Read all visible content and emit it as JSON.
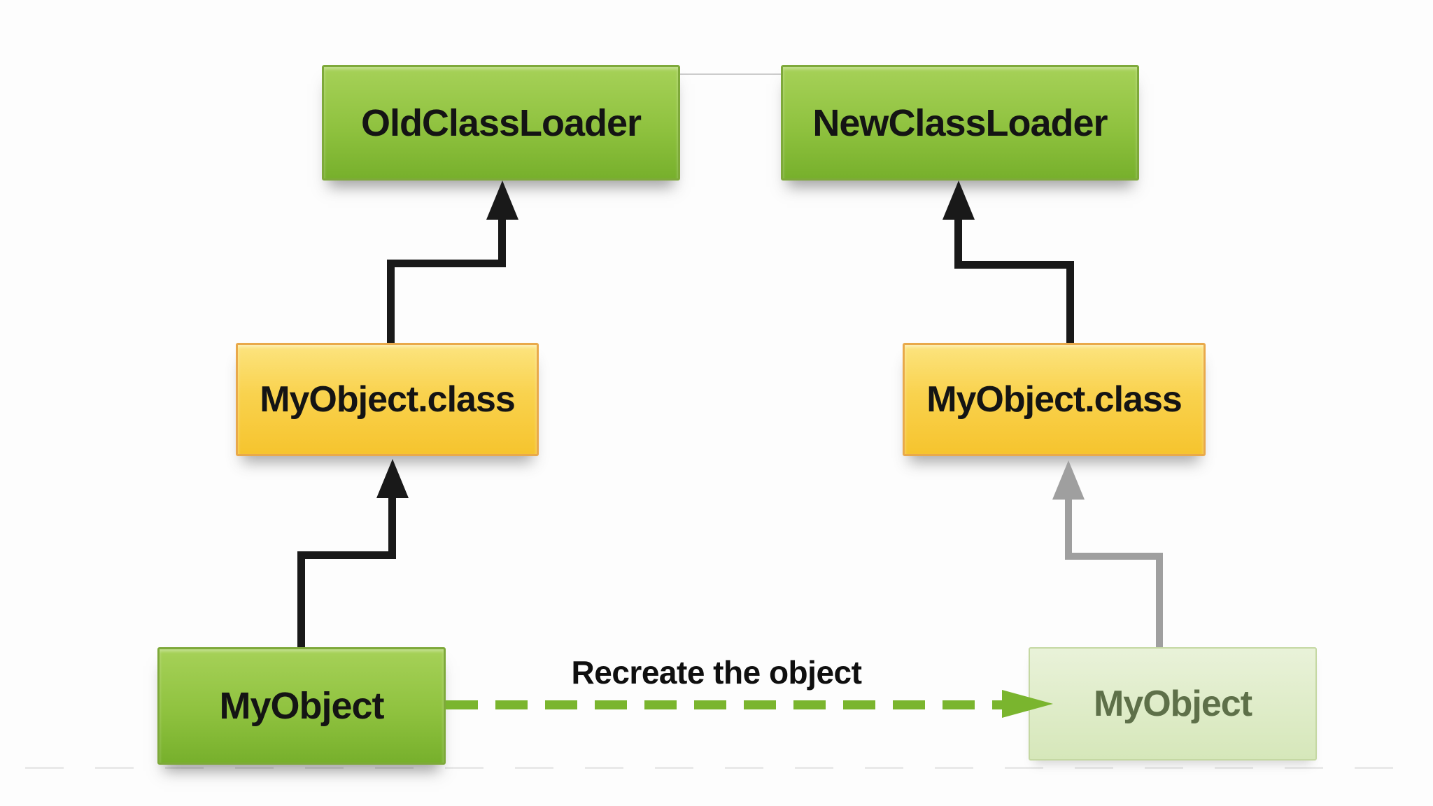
{
  "diagram": {
    "nodes": [
      {
        "id": "old-classloader",
        "label": "OldClassLoader"
      },
      {
        "id": "new-classloader",
        "label": "NewClassLoader"
      },
      {
        "id": "myobject-class-left",
        "label": "MyObject.class"
      },
      {
        "id": "myobject-class-right",
        "label": "MyObject.class"
      },
      {
        "id": "myobject-left",
        "label": "MyObject"
      },
      {
        "id": "myobject-right",
        "label": "MyObject"
      }
    ],
    "recreate_edge": {
      "label": "Recreate the object"
    },
    "colors": {
      "green_box_top": "#a6d158",
      "green_box_bottom": "#77b02c",
      "green_border": "#7ea93a",
      "yellow_box_top": "#fce47f",
      "yellow_box_bottom": "#f6c42e",
      "yellow_border": "#e9a94a",
      "faded_box_top": "#e9f2d9",
      "faded_box_bottom": "#d6e7ba",
      "faded_border": "#c5d8a3",
      "faded_text": "#5e7049",
      "black_arrow": "#191919",
      "gray_arrow": "#9f9f9f",
      "green_dash": "#7ab52e",
      "top_connector": "#cccccc",
      "label_text": "#0f0f0f"
    }
  }
}
